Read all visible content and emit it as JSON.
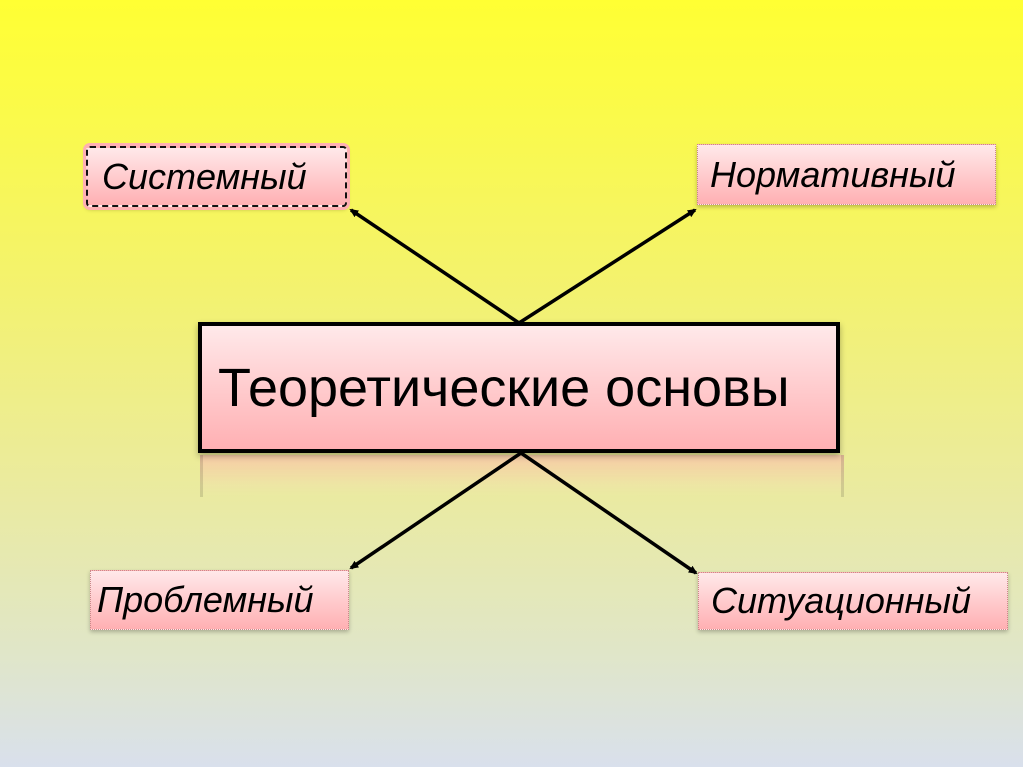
{
  "center": {
    "label": "Теоретические основы"
  },
  "nodes": {
    "systemic": "Системный",
    "normative": "Нормативный",
    "problem": "Проблемный",
    "situational": "Ситуационный"
  }
}
